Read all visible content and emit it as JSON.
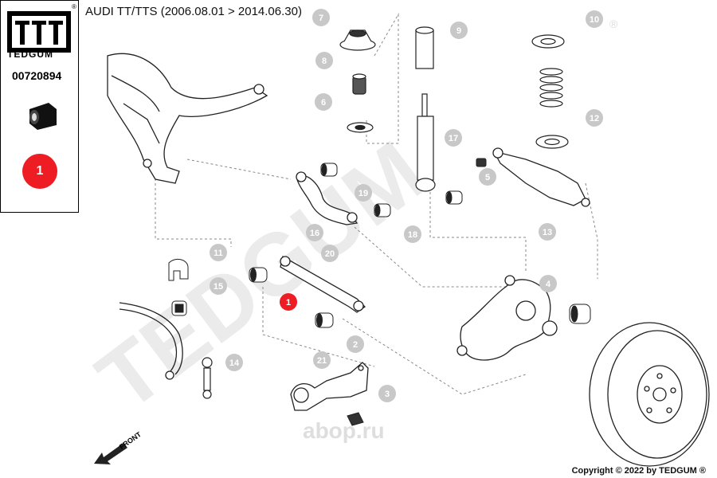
{
  "brand": {
    "name": "TEDGUM",
    "registered": "®"
  },
  "part_number": "00720894",
  "highlight_badge": "1",
  "title": "AUDI TT/TTS (2006.08.01 > 2014.06.30)",
  "callouts": [
    {
      "n": "7"
    },
    {
      "n": "8"
    },
    {
      "n": "6"
    },
    {
      "n": "9"
    },
    {
      "n": "10"
    },
    {
      "n": "12"
    },
    {
      "n": "17"
    },
    {
      "n": "5"
    },
    {
      "n": "19"
    },
    {
      "n": "18"
    },
    {
      "n": "16"
    },
    {
      "n": "13"
    },
    {
      "n": "11"
    },
    {
      "n": "20"
    },
    {
      "n": "15"
    },
    {
      "n": "1",
      "highlight": true
    },
    {
      "n": "4"
    },
    {
      "n": "2"
    },
    {
      "n": "14"
    },
    {
      "n": "21"
    },
    {
      "n": "3"
    }
  ],
  "watermark": "TEDGUM",
  "watermark_small": "abop.ru",
  "front_label": "FRONT",
  "copyright": "Copyright © 2022 by TEDGUM ®",
  "colors": {
    "highlight": "#ee1c23",
    "callout": "#c8c8c8",
    "watermark": "#e6e6e6"
  }
}
